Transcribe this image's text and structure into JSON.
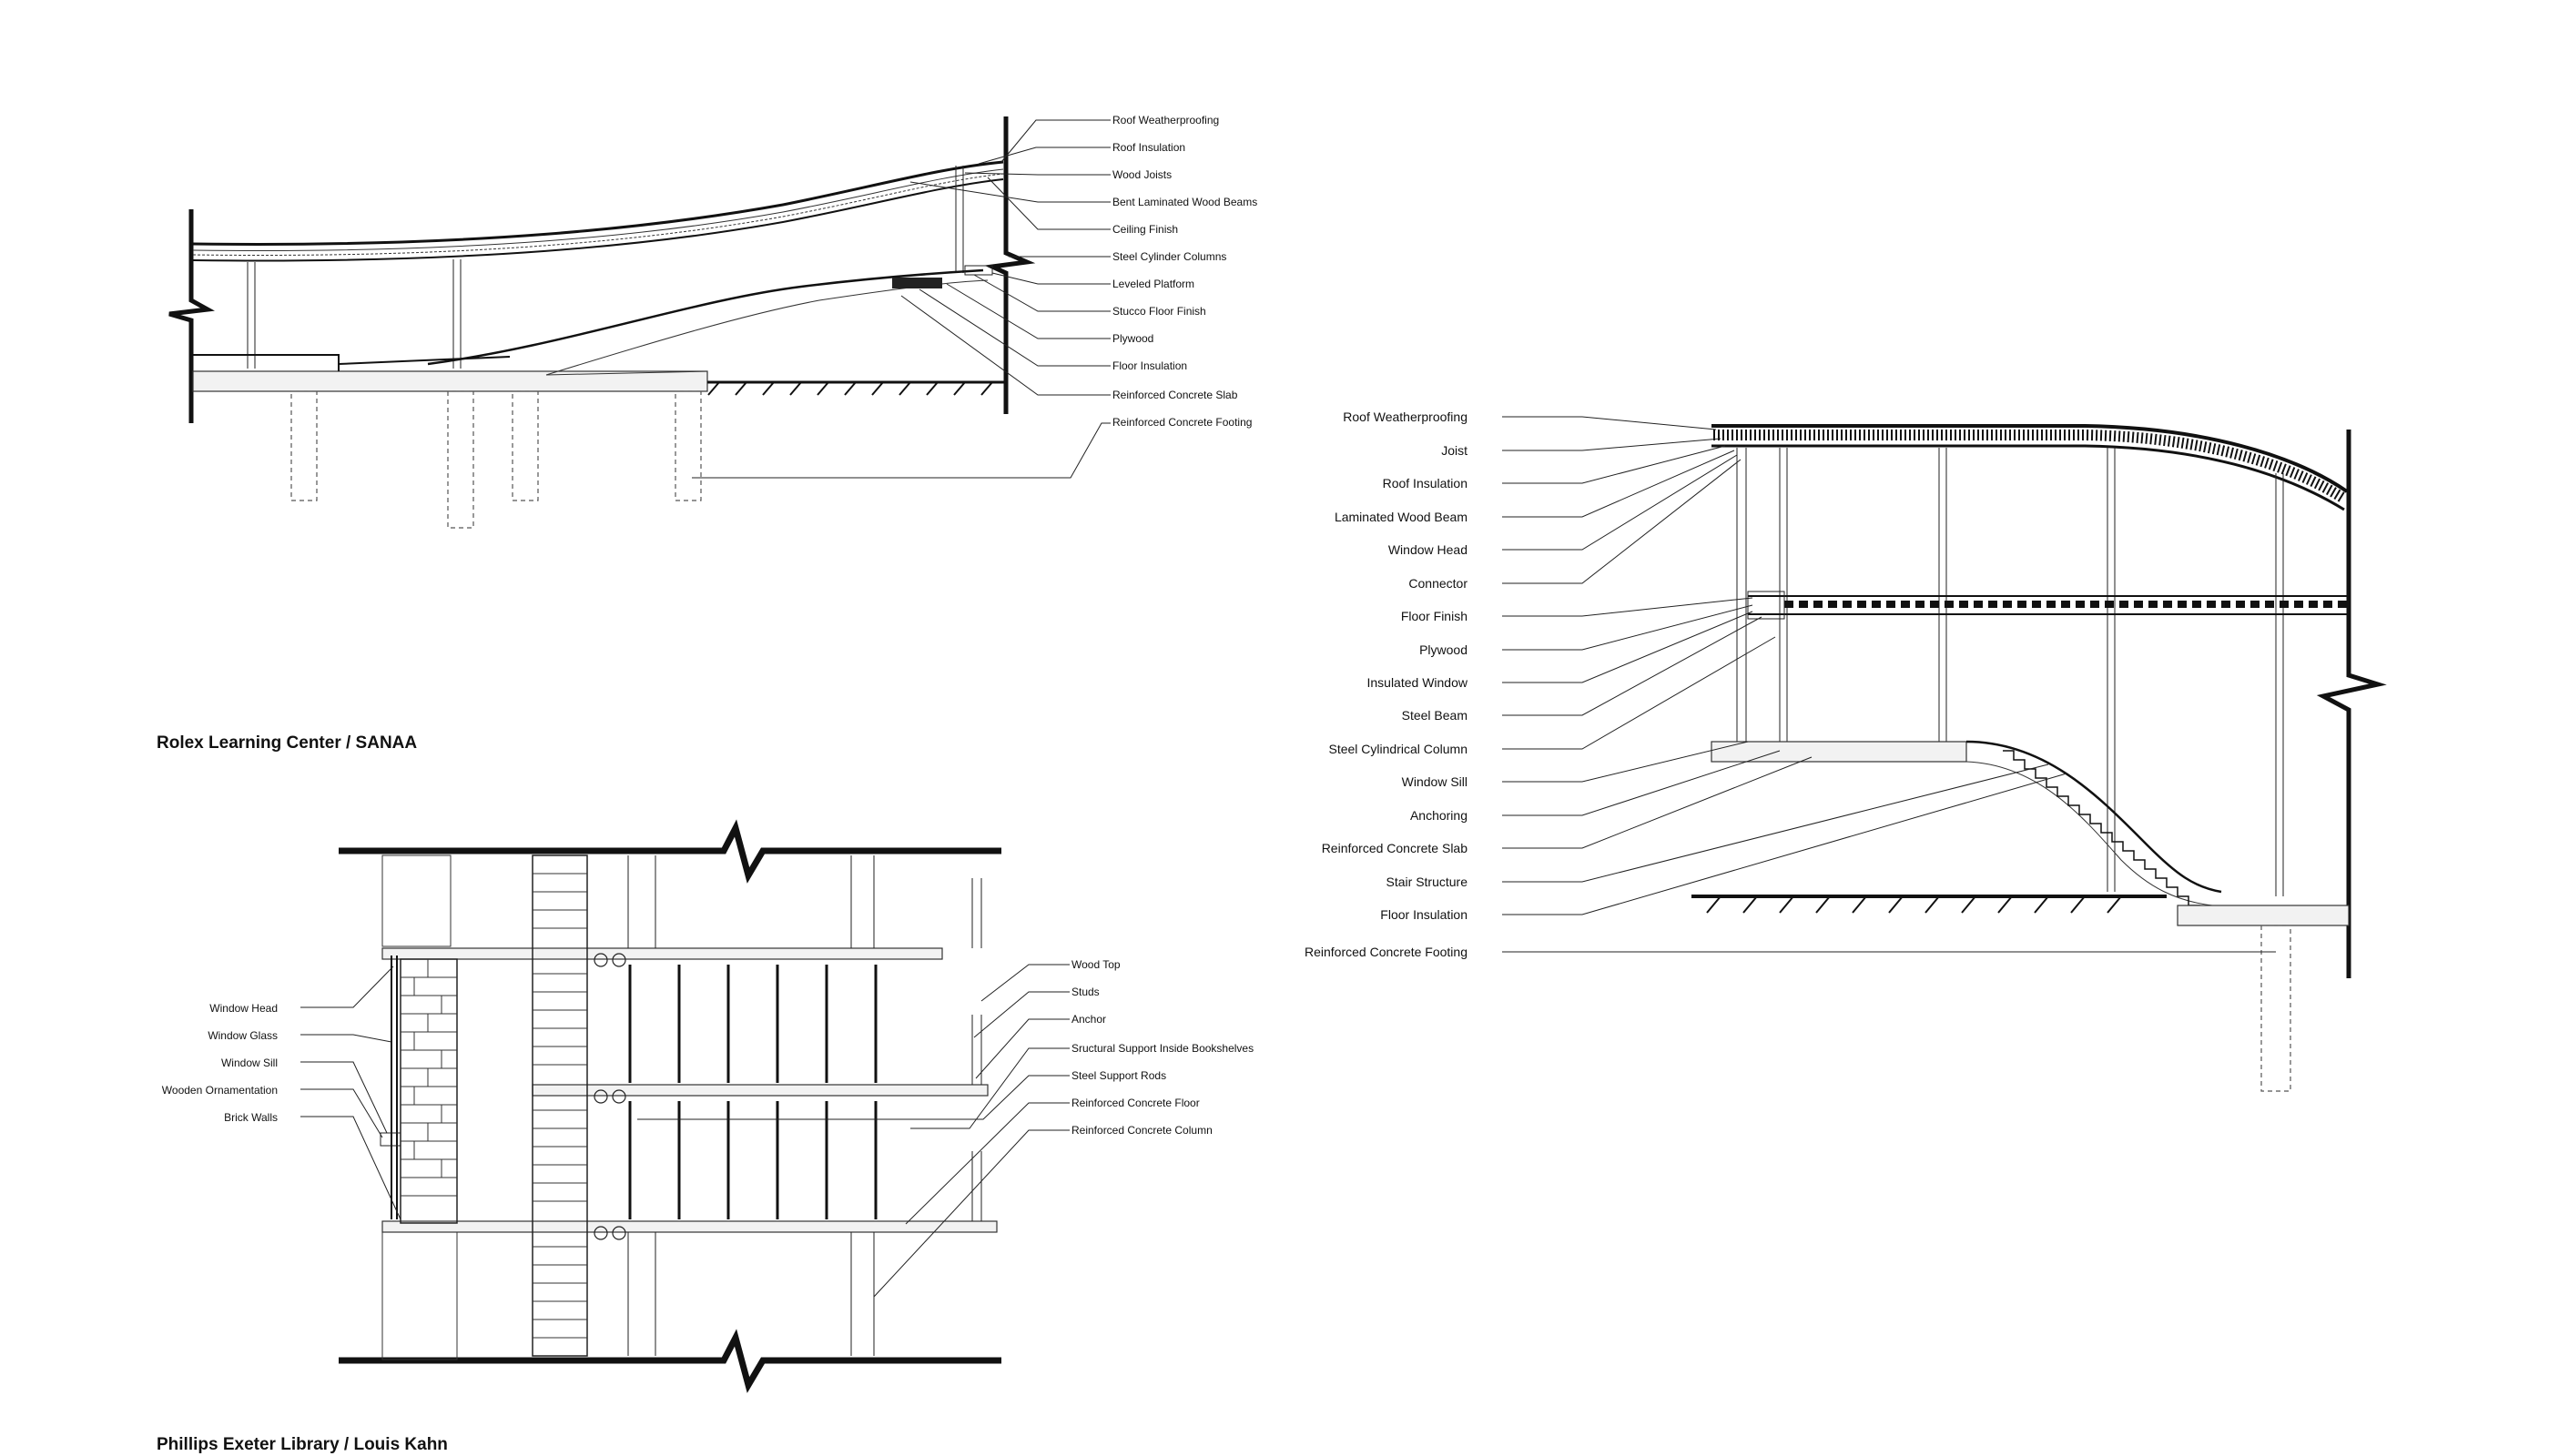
{
  "rolex": {
    "title": "Rolex Learning Center / SANAA",
    "labels": [
      "Roof Weatherproofing",
      "Roof Insulation",
      "Wood Joists",
      "Bent Laminated Wood Beams",
      "Ceiling Finish",
      "Steel Cylinder Columns",
      "Leveled Platform",
      "Stucco Floor Finish",
      "Plywood",
      "Floor Insulation",
      "Reinforced Concrete Slab",
      "Reinforced Concrete Footing"
    ]
  },
  "exeter": {
    "title": "Phillips Exeter Library / Louis Kahn",
    "left_labels": [
      "Window Head",
      "Window Glass",
      "Window Sill",
      "Wooden Ornamentation",
      "Brick Walls"
    ],
    "right_labels": [
      "Wood Top",
      "Studs",
      "Anchor",
      "Sructural Support Inside Bookshelves",
      "Steel Support Rods",
      "Reinforced Concrete Floor",
      "Reinforced Concrete Column"
    ]
  },
  "detail": {
    "labels": [
      "Roof Weatherproofing",
      "Joist",
      "Roof Insulation",
      "Laminated Wood Beam",
      "Window Head",
      "Connector",
      "Floor Finish",
      "Plywood",
      "Insulated Window",
      "Steel Beam",
      "Steel Cylindrical Column",
      "Window Sill",
      "Anchoring",
      "Reinforced Concrete Slab",
      "Stair Structure",
      "Floor Insulation",
      "Reinforced Concrete Footing"
    ]
  }
}
